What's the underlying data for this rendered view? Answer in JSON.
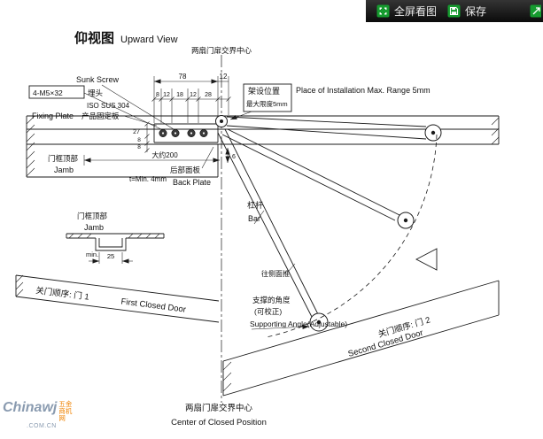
{
  "toolbar": {
    "fullscreen_label": "全屏看图",
    "save_label": "保存"
  },
  "watermark": {
    "brand": "Chinawj",
    "brand_cn": "五金商机网",
    "domain": ".COM.CN"
  },
  "diagram": {
    "title_cn": "仰视图",
    "title_en": "Upward View",
    "labels": {
      "center_top": "两扇门扉交界中心",
      "sunk_screw": "Sunk Screw",
      "screw_spec": "4-M5×32",
      "countersunk": "埋头",
      "material": "ISO SUS 304",
      "fixing_plate_en": "Fixing Plate",
      "fixing_plate_cn": "产品固定板",
      "jamb_cn": "门框顶部",
      "jamb_en": "Jamb",
      "approx_200": "大约200",
      "back_plate_cn": "后部面板",
      "back_plate_en": "Back Plate",
      "thickness": "t=Min. 4mm",
      "jamb2_cn": "门框顶部",
      "jamb2_en": "Jamb",
      "min_label": "min.",
      "install_pos_cn": "架设位置",
      "install_range_cn": "最大限度5mm",
      "install_en": "Place of Installation Max. Range 5mm",
      "bar_cn": "杠杆",
      "bar_en": "Bar",
      "push_side": "往侧面推",
      "support_angle_cn": "支撑的角度",
      "adjustable_cn": "(可校正)",
      "support_angle_en": "Supporting Angle(Adjustable)",
      "door1_cn": "关门顺序: 门 1",
      "door1_en": "First Closed Door",
      "door2_cn": "关门顺序: 门 2",
      "door2_en": "Second Closed Door",
      "center_bottom_cn": "两扇门扉交界中心",
      "center_bottom_en": "Center of Closed Position"
    },
    "dims": {
      "d78": "78",
      "d12": "12",
      "d8a": "8",
      "d12b": "12",
      "d18": "18",
      "d12c": "12",
      "d28": "28",
      "d27": "27",
      "d8b": "8",
      "d8c": "8",
      "d6": "6",
      "d25": "25"
    }
  }
}
